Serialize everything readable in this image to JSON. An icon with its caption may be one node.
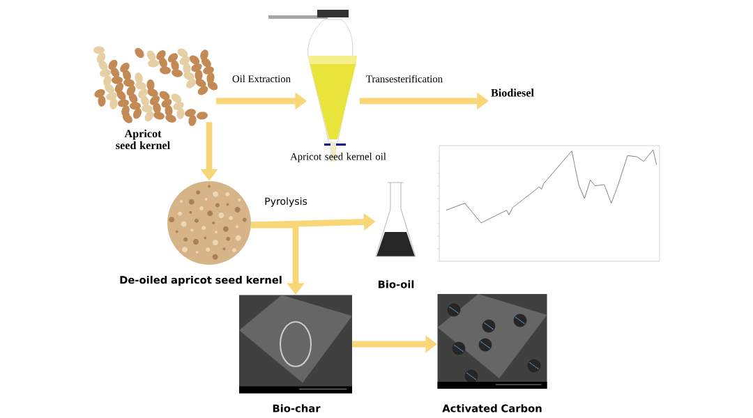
{
  "diagram": {
    "nodes": [
      {
        "text": [
          "Apricot seed kernel"
        ]
      },
      {
        "text": [
          "Apricot seed kernel oil"
        ]
      },
      {
        "text": [
          "Biodiesel"
        ]
      },
      {
        "text": [
          "De-oiled apricot seed kernel"
        ]
      },
      {
        "text": [
          "Bio-oil"
        ]
      },
      {
        "text": [],
        "shape": "picture"
      },
      {
        "text": [
          "Bio-char"
        ]
      },
      {
        "text": [
          "Activated Carbon"
        ]
      }
    ],
    "edges": [
      {
        "from": 0,
        "to": 1,
        "arrow": "to",
        "label": "Oil Extraction"
      },
      {
        "from": 1,
        "to": 2,
        "arrow": "to",
        "label": "Transesterification"
      },
      {
        "from": 0,
        "to": 3,
        "arrow": "to"
      },
      {
        "from": 3,
        "to": 4,
        "arrow": "to",
        "label": "Pyrolysis"
      },
      {
        "from": 3,
        "to": 6,
        "arrow": "to"
      },
      {
        "from": 6,
        "to": 7,
        "arrow": "to"
      }
    ]
  }
}
